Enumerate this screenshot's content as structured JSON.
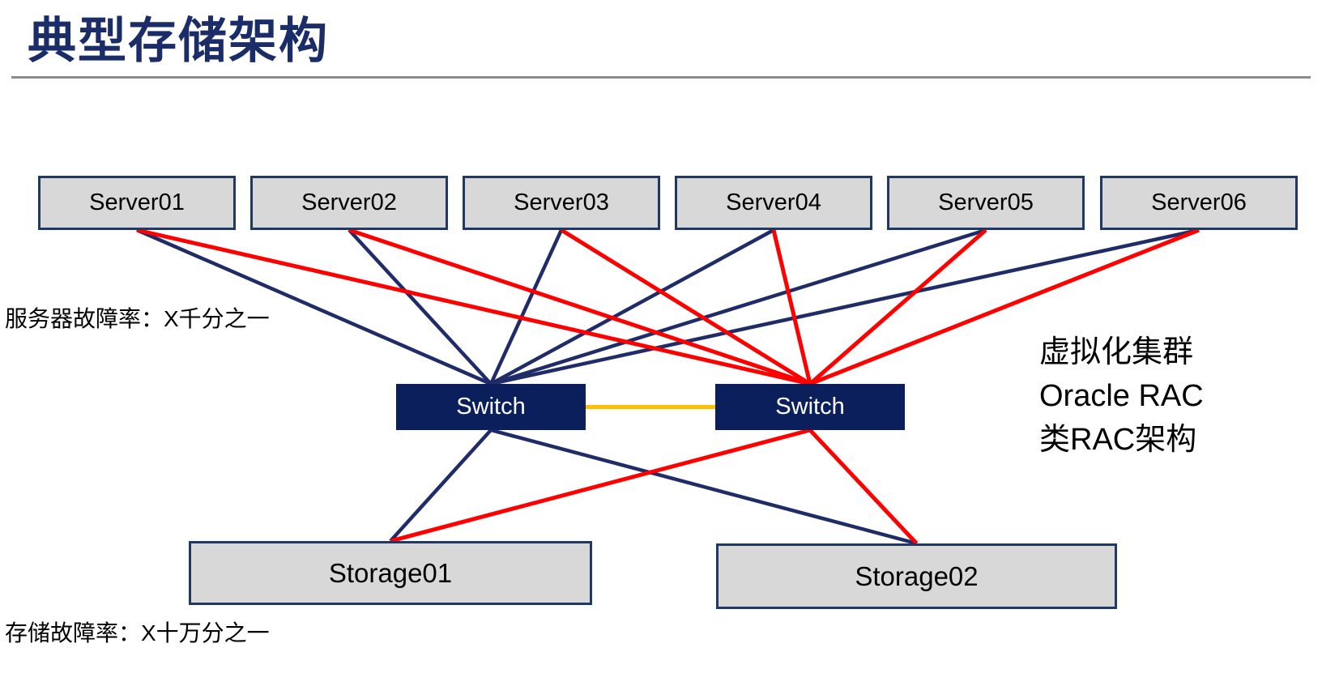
{
  "page": {
    "title": "典型存储架构"
  },
  "annotations": {
    "server_failure_rate": "服务器故障率：X千分之一",
    "storage_failure_rate": "存储故障率：X十万分之一",
    "right_note_lines": [
      "虚拟化集群",
      "Oracle RAC",
      "类RAC架构"
    ]
  },
  "diagram": {
    "servers": [
      {
        "id": "server01",
        "label": "Server01"
      },
      {
        "id": "server02",
        "label": "Server02"
      },
      {
        "id": "server03",
        "label": "Server03"
      },
      {
        "id": "server04",
        "label": "Server04"
      },
      {
        "id": "server05",
        "label": "Server05"
      },
      {
        "id": "server06",
        "label": "Server06"
      }
    ],
    "switches": [
      {
        "id": "switch-left",
        "label": "Switch"
      },
      {
        "id": "switch-right",
        "label": "Switch"
      }
    ],
    "storages": [
      {
        "id": "storage01",
        "label": "Storage01"
      },
      {
        "id": "storage02",
        "label": "Storage02"
      }
    ],
    "link_colors": {
      "navy": "#1F2C67",
      "red": "#FF0000",
      "orange": "#FFC000"
    },
    "links": [
      {
        "from": "server01",
        "fromAnchor": "bottom",
        "to": "switch-left",
        "toAnchor": "top",
        "color": "navy",
        "width": 4.5
      },
      {
        "from": "server02",
        "fromAnchor": "bottom",
        "to": "switch-left",
        "toAnchor": "top",
        "color": "navy",
        "width": 4.5
      },
      {
        "from": "server03",
        "fromAnchor": "bottom",
        "to": "switch-left",
        "toAnchor": "top",
        "color": "navy",
        "width": 4.5
      },
      {
        "from": "server04",
        "fromAnchor": "bottom",
        "to": "switch-left",
        "toAnchor": "top",
        "color": "navy",
        "width": 4.5
      },
      {
        "from": "server05",
        "fromAnchor": "bottom",
        "to": "switch-left",
        "toAnchor": "top",
        "color": "navy",
        "width": 4.5
      },
      {
        "from": "server06",
        "fromAnchor": "bottom",
        "to": "switch-left",
        "toAnchor": "top",
        "color": "navy",
        "width": 4.5
      },
      {
        "from": "switch-left",
        "fromAnchor": "bottom",
        "to": "storage01",
        "toAnchor": "top",
        "color": "navy",
        "width": 4.5
      },
      {
        "from": "switch-left",
        "fromAnchor": "bottom",
        "to": "storage02",
        "toAnchor": "top",
        "color": "navy",
        "width": 4.5
      },
      {
        "from": "server01",
        "fromAnchor": "bottom",
        "to": "switch-right",
        "toAnchor": "top",
        "color": "red",
        "width": 5
      },
      {
        "from": "server02",
        "fromAnchor": "bottom",
        "to": "switch-right",
        "toAnchor": "top",
        "color": "red",
        "width": 5
      },
      {
        "from": "server03",
        "fromAnchor": "bottom",
        "to": "switch-right",
        "toAnchor": "top",
        "color": "red",
        "width": 5
      },
      {
        "from": "server04",
        "fromAnchor": "bottom",
        "to": "switch-right",
        "toAnchor": "top",
        "color": "red",
        "width": 5
      },
      {
        "from": "server05",
        "fromAnchor": "bottom",
        "to": "switch-right",
        "toAnchor": "top",
        "color": "red",
        "width": 5
      },
      {
        "from": "server06",
        "fromAnchor": "bottom",
        "to": "switch-right",
        "toAnchor": "top",
        "color": "red",
        "width": 5
      },
      {
        "from": "switch-right",
        "fromAnchor": "bottom",
        "to": "storage01",
        "toAnchor": "top",
        "color": "red",
        "width": 5
      },
      {
        "from": "switch-right",
        "fromAnchor": "bottom",
        "to": "storage02",
        "toAnchor": "top",
        "color": "red",
        "width": 5
      },
      {
        "from": "switch-left",
        "fromAnchor": "right",
        "to": "switch-right",
        "toAnchor": "left",
        "color": "orange",
        "width": 5
      }
    ]
  },
  "colors": {
    "title": "#1B2D68",
    "box_fill": "#D8D8D8",
    "box_border": "#1F3864",
    "switch_fill": "#0B1F5C",
    "rule_gray": "#8C8C8C"
  }
}
